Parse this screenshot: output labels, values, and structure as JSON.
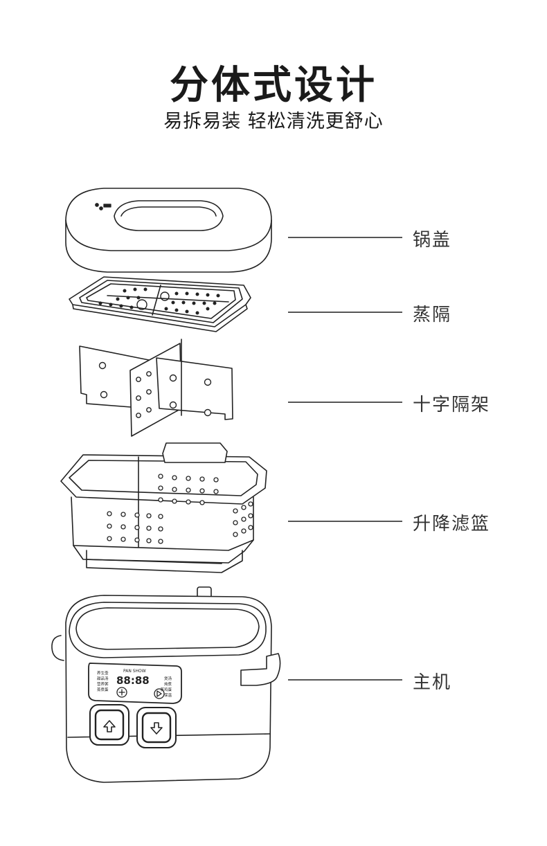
{
  "header": {
    "title": "分体式设计",
    "subtitle": "易拆易装 轻松清洗更舒心"
  },
  "parts": [
    {
      "label": "锅盖"
    },
    {
      "label": "蒸隔"
    },
    {
      "label": "十字隔架"
    },
    {
      "label": "升降滤篮"
    },
    {
      "label": "主机"
    }
  ],
  "control_panel": {
    "brand": "PAN SHOW",
    "display": "88:88",
    "left_menu": [
      "养生壶",
      "甜品汤",
      "营养粥",
      "蒸煮蛋"
    ],
    "right_menu": [
      "煲汤",
      "炖煮",
      "蒸鸡蛋",
      "保温"
    ]
  },
  "icons": [
    "arrow-up-icon",
    "arrow-down-icon",
    "play-pause-icon",
    "grid-icon",
    "steam-icon"
  ]
}
